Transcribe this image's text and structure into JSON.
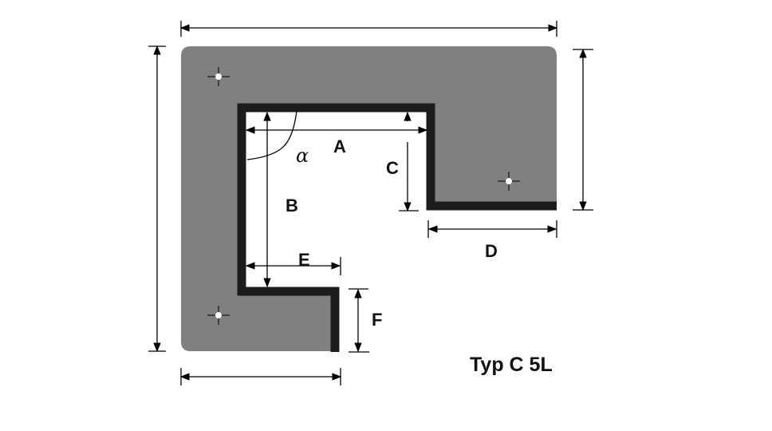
{
  "diagram": {
    "title": "Typ C 5L",
    "labels": {
      "a": "A",
      "b": "B",
      "c": "C",
      "d": "D",
      "e": "E",
      "f": "F",
      "alpha": "α"
    },
    "colors": {
      "panel": "#808080",
      "outline": "#1c1c1c",
      "background": "#ffffff"
    }
  }
}
